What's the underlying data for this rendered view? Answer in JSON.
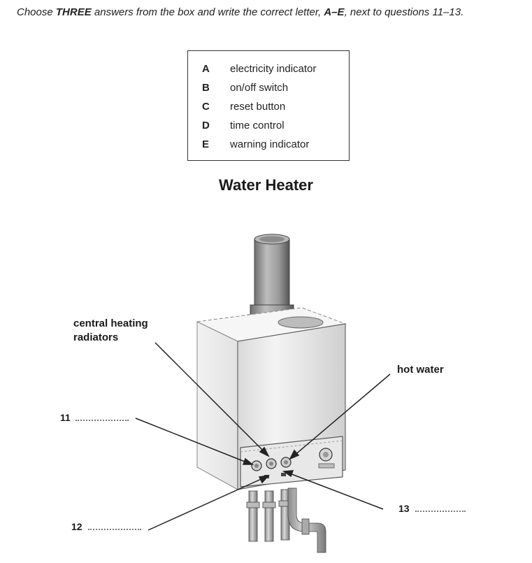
{
  "instructions": {
    "part1": "Choose ",
    "strong1": "THREE",
    "part2": " answers from the box and write the correct letter, ",
    "strong2": "A–E",
    "part3": ", next to questions 11–13."
  },
  "options": [
    {
      "letter": "A",
      "text": "electricity indicator"
    },
    {
      "letter": "B",
      "text": "on/off switch"
    },
    {
      "letter": "C",
      "text": "reset button"
    },
    {
      "letter": "D",
      "text": "time control"
    },
    {
      "letter": "E",
      "text": "warning indicator"
    }
  ],
  "diagram": {
    "title": "Water Heater",
    "labels": {
      "central_heating_line1": "central heating",
      "central_heating_line2": "radiators",
      "hot_water": "hot water"
    },
    "questions": {
      "q11": "11",
      "q12": "12",
      "q13": "13"
    }
  }
}
